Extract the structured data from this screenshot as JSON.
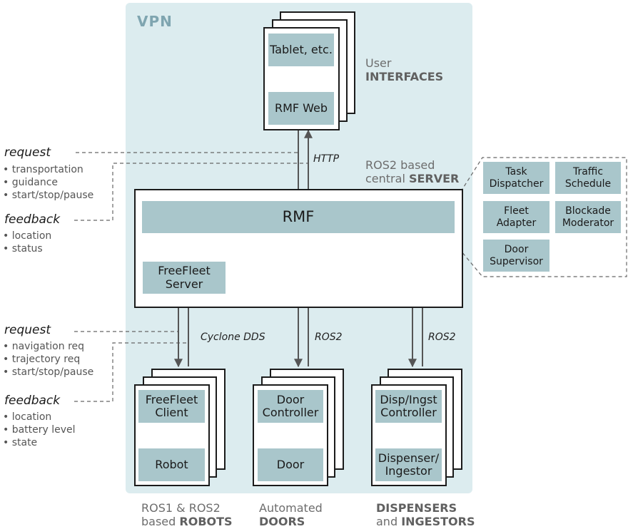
{
  "vpn_label": "VPN",
  "user_interfaces": {
    "tablet": "Tablet, etc.",
    "rmf_web": "RMF Web",
    "caption_line1": "User",
    "caption_line2": "INTERFACES"
  },
  "server": {
    "caption_line1": "ROS2 based",
    "caption_line2_prefix": "central ",
    "caption_line2_bold": "SERVER",
    "rmf": "RMF",
    "freefleet_server": "FreeFleet\nServer"
  },
  "rmf_components": [
    "Task\nDispatcher",
    "Traffic\nSchedule",
    "Fleet\nAdapter",
    "Blockade\nModerator",
    "Door\nSupervisor"
  ],
  "protocols": {
    "http": "HTTP",
    "cyclone": "Cyclone DDS",
    "ros2_doors": "ROS2",
    "ros2_dispensers": "ROS2"
  },
  "top_messages": {
    "request_label": "request",
    "request_items": [
      "• transportation",
      "• guidance",
      "• start/stop/pause"
    ],
    "feedback_label": "feedback",
    "feedback_items": [
      "• location",
      "• status"
    ]
  },
  "bottom_messages": {
    "request_label": "request",
    "request_items": [
      "• navigation req",
      "• trajectory req",
      "• start/stop/pause"
    ],
    "feedback_label": "feedback",
    "feedback_items": [
      "• location",
      "• battery level",
      "• state"
    ]
  },
  "robots": {
    "client": "FreeFleet\nClient",
    "robot": "Robot",
    "caption_line1": "ROS1 & ROS2",
    "caption_line2_prefix": "based ",
    "caption_line2_bold": "ROBOTS"
  },
  "doors": {
    "controller": "Door\nController",
    "door": "Door",
    "caption_line1": "Automated",
    "caption_line2_bold": "DOORS"
  },
  "dispensers": {
    "controller": "Disp/Ingst\nController",
    "device": "Dispenser/\nIngestor",
    "caption_line1_bold": "DISPENSERS",
    "caption_line2_prefix": "and ",
    "caption_line2_bold": "INGESTORS"
  },
  "colors": {
    "vpn_background": "#dcecef",
    "tile": "#a9c6cb",
    "caption_gray": "#6d6d6d",
    "connector": "#555555"
  }
}
